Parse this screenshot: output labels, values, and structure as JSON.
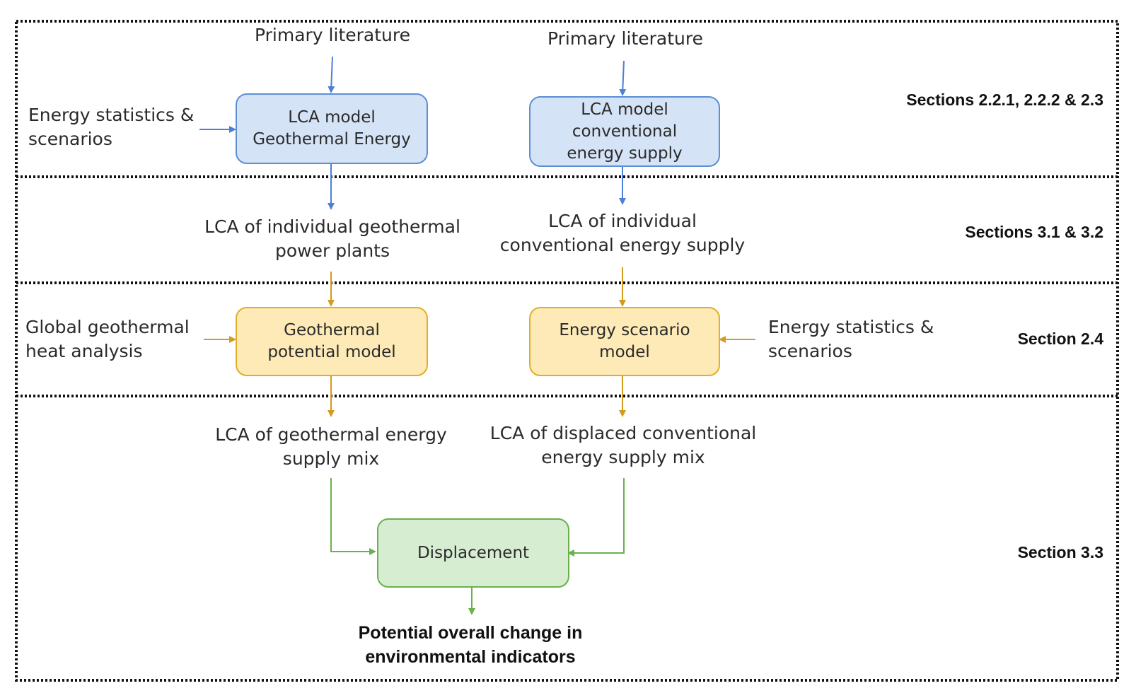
{
  "colors": {
    "blue": "#4a80d6",
    "yellow": "#d49b1d",
    "green": "#6ab04c",
    "border": "#111111"
  },
  "row1": {
    "input_left_top": "Primary literature",
    "input_right_top": "Primary literature",
    "input_left_side": "Energy statistics &\nscenarios",
    "box_left": "LCA model\nGeothermal Energy",
    "box_right": "LCA model\nconventional\nenergy supply",
    "section": "Sections 2.2.1, 2.2.2 & 2.3"
  },
  "row2": {
    "output_left": "LCA of individual geothermal\npower plants",
    "output_right": "LCA of individual\nconventional energy supply",
    "section": "Sections 3.1 & 3.2"
  },
  "row3": {
    "input_left_side": "Global geothermal\nheat analysis",
    "box_left": "Geothermal\npotential model",
    "box_right": "Energy scenario\nmodel",
    "input_right_side": "Energy statistics &\nscenarios",
    "section": "Section 2.4"
  },
  "row4": {
    "output_left": "LCA of geothermal energy\nsupply mix",
    "output_right": "LCA of displaced conventional\nenergy supply mix",
    "box_center": "Displacement",
    "final": "Potential overall change in\nenvironmental indicators",
    "section": "Section 3.3"
  }
}
